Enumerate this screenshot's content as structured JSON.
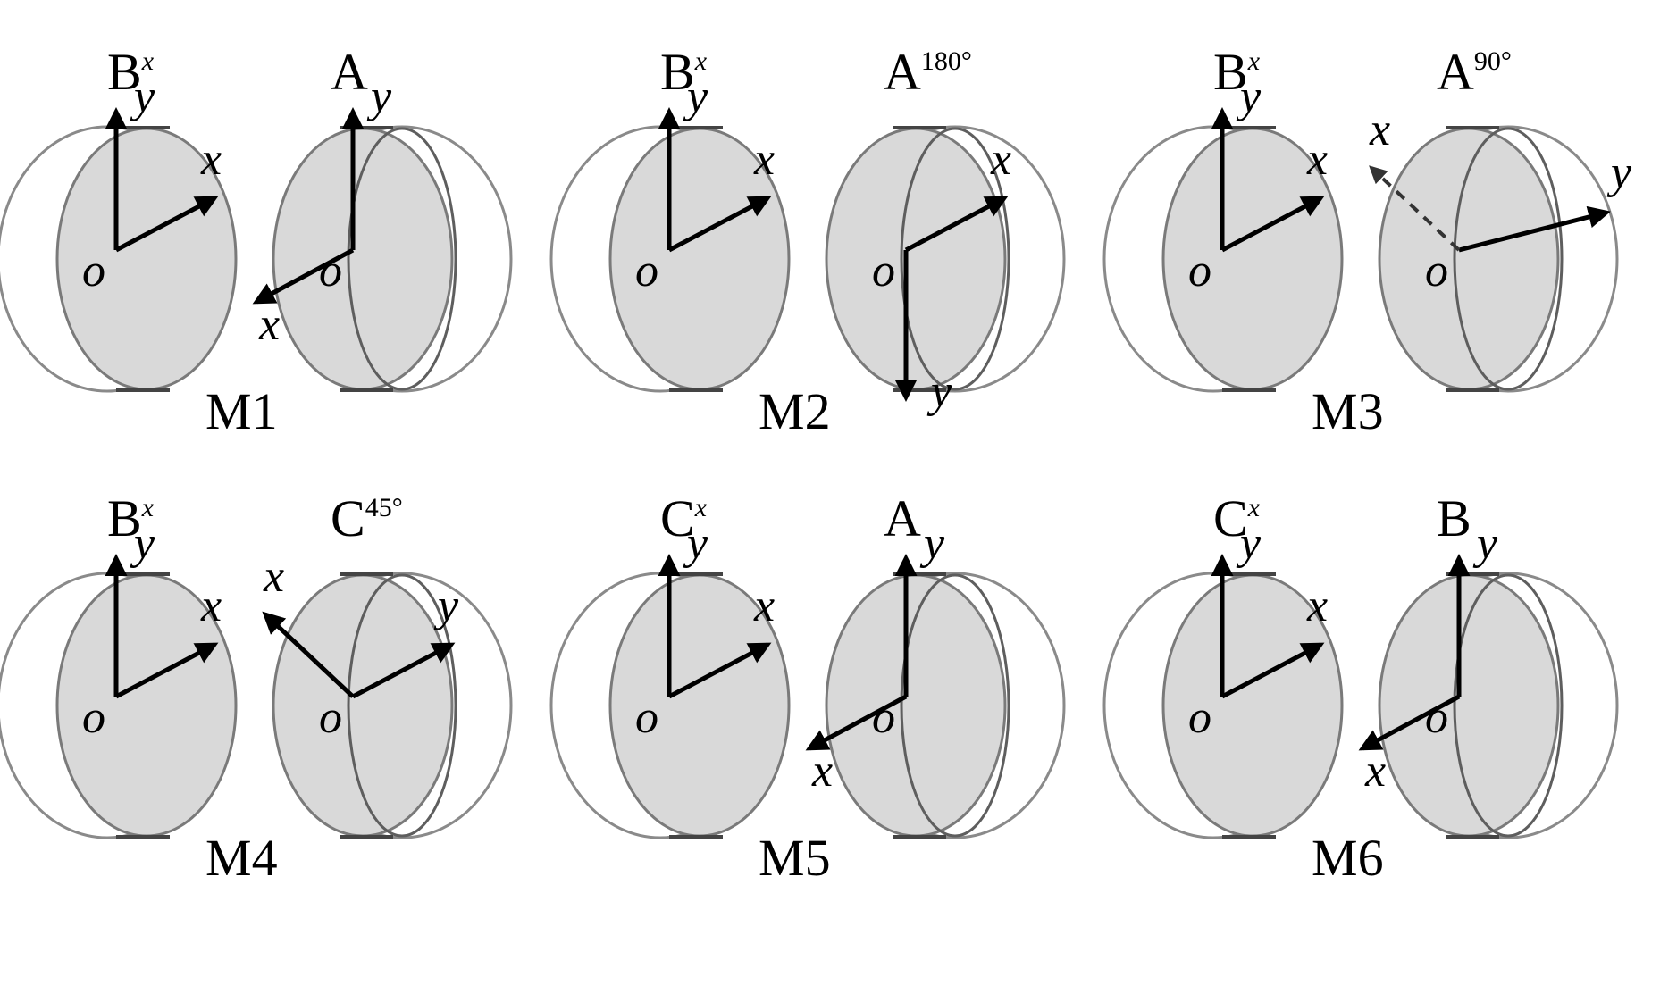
{
  "panels": [
    {
      "id": "M1",
      "caption": "M1",
      "left": {
        "name": "B",
        "sup": "x",
        "sup_style": "italic",
        "disc": "left",
        "axes": [
          {
            "label": "y",
            "dir": "up"
          },
          {
            "label": "x",
            "dir": "up-right"
          }
        ],
        "origin": "o"
      },
      "right": {
        "name": "A",
        "sup": "",
        "sup_style": "normal",
        "disc": "right",
        "axes": [
          {
            "label": "y",
            "dir": "up"
          },
          {
            "label": "x",
            "dir": "down-left"
          }
        ],
        "origin": "o"
      }
    },
    {
      "id": "M2",
      "caption": "M2",
      "left": {
        "name": "B",
        "sup": "x",
        "sup_style": "italic",
        "disc": "left",
        "axes": [
          {
            "label": "y",
            "dir": "up"
          },
          {
            "label": "x",
            "dir": "up-right"
          }
        ],
        "origin": "o"
      },
      "right": {
        "name": "A",
        "sup": "180°",
        "sup_style": "normal",
        "disc": "right",
        "axes": [
          {
            "label": "x",
            "dir": "up-right"
          },
          {
            "label": "y",
            "dir": "down"
          }
        ],
        "origin": "o"
      }
    },
    {
      "id": "M3",
      "caption": "M3",
      "left": {
        "name": "B",
        "sup": "x",
        "sup_style": "italic",
        "disc": "left",
        "axes": [
          {
            "label": "y",
            "dir": "up"
          },
          {
            "label": "x",
            "dir": "up-right"
          }
        ],
        "origin": "o"
      },
      "right": {
        "name": "A",
        "sup": "90°",
        "sup_style": "normal",
        "disc": "right",
        "axes": [
          {
            "label": "y",
            "dir": "right"
          },
          {
            "label": "x",
            "dir": "up-left",
            "dashed": true
          }
        ],
        "origin": "o"
      }
    },
    {
      "id": "M4",
      "caption": "M4",
      "left": {
        "name": "B",
        "sup": "x",
        "sup_style": "italic",
        "disc": "left",
        "axes": [
          {
            "label": "y",
            "dir": "up"
          },
          {
            "label": "x",
            "dir": "up-right"
          }
        ],
        "origin": "o"
      },
      "right": {
        "name": "C",
        "sup": "45°",
        "sup_style": "normal",
        "disc": "right",
        "axes": [
          {
            "label": "y",
            "dir": "up-right"
          },
          {
            "label": "x",
            "dir": "up-left"
          }
        ],
        "origin": "o"
      }
    },
    {
      "id": "M5",
      "caption": "M5",
      "left": {
        "name": "C",
        "sup": "x",
        "sup_style": "italic",
        "disc": "left",
        "axes": [
          {
            "label": "y",
            "dir": "up"
          },
          {
            "label": "x",
            "dir": "up-right"
          }
        ],
        "origin": "o"
      },
      "right": {
        "name": "A",
        "sup": "",
        "sup_style": "normal",
        "disc": "right",
        "axes": [
          {
            "label": "y",
            "dir": "up"
          },
          {
            "label": "x",
            "dir": "down-left"
          }
        ],
        "origin": "o"
      }
    },
    {
      "id": "M6",
      "caption": "M6",
      "left": {
        "name": "C",
        "sup": "x",
        "sup_style": "italic",
        "disc": "left",
        "axes": [
          {
            "label": "y",
            "dir": "up"
          },
          {
            "label": "x",
            "dir": "up-right"
          }
        ],
        "origin": "o"
      },
      "right": {
        "name": "B",
        "sup": "",
        "sup_style": "normal",
        "disc": "right",
        "axes": [
          {
            "label": "y",
            "dir": "up"
          },
          {
            "label": "x",
            "dir": "down-left"
          }
        ],
        "origin": "o"
      }
    }
  ],
  "colors": {
    "disc_fill": "#d9d9d9",
    "outline": "#8a8a8a",
    "arrow": "#000000",
    "background": "#ffffff"
  }
}
